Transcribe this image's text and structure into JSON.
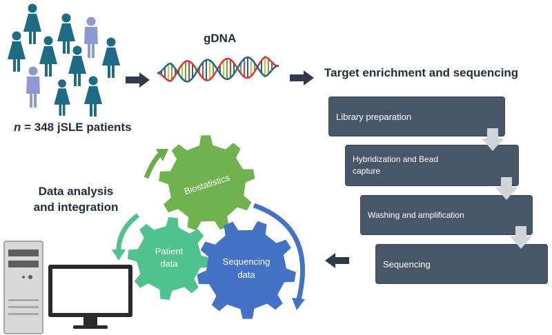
{
  "cohort": {
    "label_prefix": "n",
    "label_rest": " = 348 jSLE patients"
  },
  "gdna": {
    "label": "gDNA"
  },
  "target": {
    "title": "Target enrichment and sequencing"
  },
  "steps": [
    {
      "label": "Library preparation"
    },
    {
      "label": "Hybridization and Bead capture"
    },
    {
      "label": "Washing and amplification"
    },
    {
      "label": "Sequencing"
    }
  ],
  "analysis": {
    "title_line1": "Data analysis",
    "title_line2": "and integration"
  },
  "gears": {
    "biostatistics": "Biostatistics",
    "patient_line1": "Patient",
    "patient_line2": "data",
    "sequencing_line1": "Sequencing",
    "sequencing_line2": "data"
  },
  "colors": {
    "teal": "#1e6b86",
    "lavender": "#8c9ad1",
    "green_dark": "#6aad4a",
    "green_gear": "#6fb24e",
    "mint": "#4fc28e",
    "blue": "#4472c4",
    "box": "#48566a",
    "arrow": "#2f3b4c"
  }
}
